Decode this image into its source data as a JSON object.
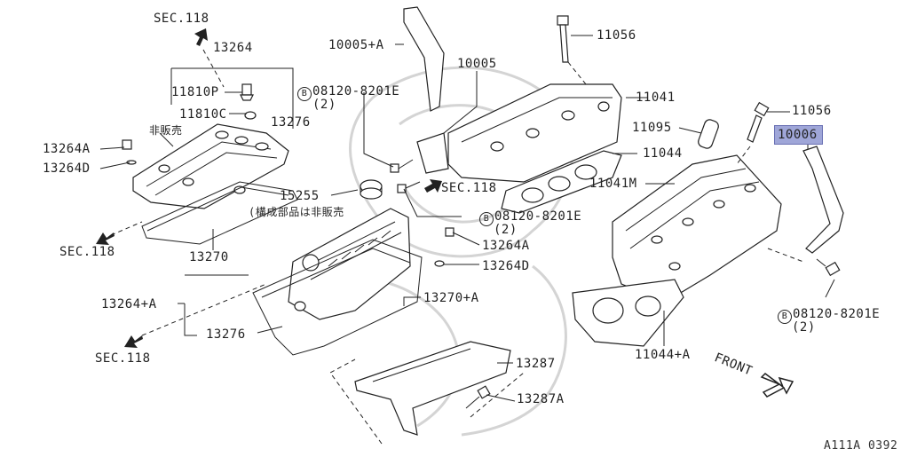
{
  "labels": {
    "sec118_top": "SEC.118",
    "p13264": "13264",
    "p11810p": "11810P",
    "p11810c": "11810C",
    "hihanbai1": "非販売",
    "p13276_top": "13276",
    "p13264a_left": "13264A",
    "p13264d_left": "13264D",
    "sec118_left": "SEC.118",
    "p13270": "13270",
    "p15255": "15255",
    "kouseibuhin": "(構成部品は非販売",
    "p10005a": "10005+A",
    "p10005": "10005",
    "b08120_1": "08120-8201E",
    "b08120_1_qty": "(2)",
    "sec118_mid": "SEC.118",
    "b08120_2": "08120-8201E",
    "b08120_2_qty": "(2)",
    "p13264a_mid": "13264A",
    "p13264d_mid": "13264D",
    "p13270a": "13270+A",
    "p13264a_plus": "13264+A",
    "p13276_bottom": "13276",
    "sec118_bottom": "SEC.118",
    "p13287": "13287",
    "p13287a": "13287A",
    "p11056_top": "11056",
    "p11041": "11041",
    "p11095": "11095",
    "p11044": "11044",
    "p11041m": "11041M",
    "p11056_right": "11056",
    "p10006": "10006",
    "b08120_3": "08120-8201E",
    "b08120_3_qty": "(2)",
    "p11044a": "11044+A",
    "front": "FRONT",
    "figure_code": "A111A 0392",
    "bolt_mark": "B"
  },
  "colors": {
    "line": "#222222",
    "highlight": "#9fa6d8",
    "watermark": "#d4d4d4"
  },
  "icons": [
    "arrow-up-icon",
    "arrow-left-icon",
    "arrow-right-icon",
    "front-arrow-icon",
    "bolt-circle-icon"
  ]
}
